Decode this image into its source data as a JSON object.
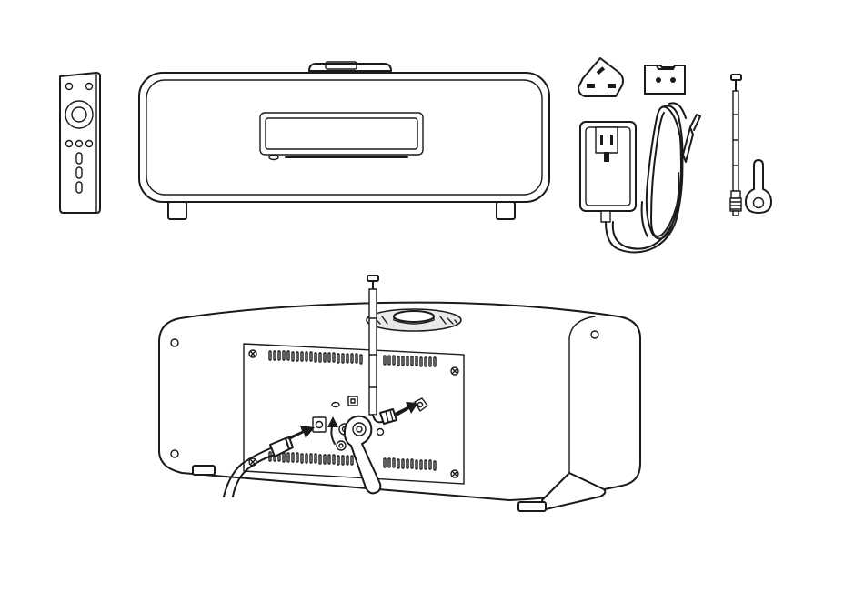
{
  "figure": {
    "type": "installation-illustration",
    "line_color": "#1a1a1a",
    "background": "#ffffff",
    "items": [
      {
        "name": "remote-control",
        "icon": "remote-control-icon"
      },
      {
        "name": "radio-unit-front",
        "icon": "radio-icon"
      },
      {
        "name": "uk-plug-adapter",
        "icon": "uk-plug-icon"
      },
      {
        "name": "eu-plug-adapter",
        "icon": "eu-plug-icon"
      },
      {
        "name": "power-adapter-cable",
        "icon": "power-supply-icon"
      },
      {
        "name": "telescopic-antenna",
        "icon": "antenna-icon"
      },
      {
        "name": "antenna-wrench",
        "icon": "wrench-icon"
      },
      {
        "name": "radio-unit-rear-connection",
        "icon": "rear-panel-icon"
      }
    ],
    "arrows": [
      "insert-power-arrow",
      "insert-antenna-arrow",
      "tighten-rotation-arrow"
    ]
  }
}
